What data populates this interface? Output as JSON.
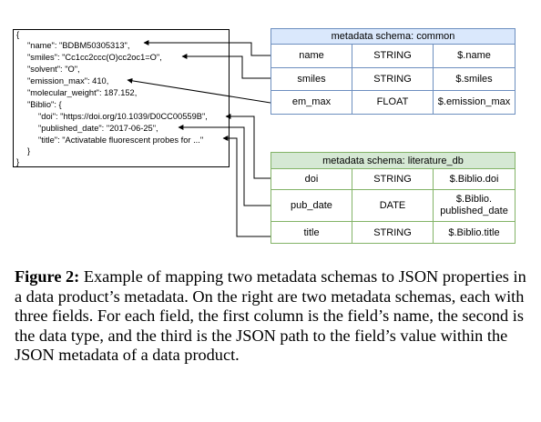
{
  "json_object": {
    "open_brace": "{",
    "name_line": "\"name\": \"BDBM50305313\",",
    "smiles_line": "\"smiles\": \"Cc1cc2ccc(O)cc2oc1=O\",",
    "solvent_line": "\"solvent\": \"O\",",
    "emission_line": "\"emission_max\": 410,",
    "mw_line": "\"molecular_weight\": 187.152,",
    "biblio_line": "\"Biblio\": {",
    "doi_line": "\"doi\": \"https://doi.org/10.1039/D0CC00559B\",",
    "date_line": "\"published_date\": \"2017-06-25\",",
    "title_line": "\"title\": \"Activatable fluorescent probes for ...\"",
    "inner_close": "}",
    "close_brace": "}"
  },
  "schema_common": {
    "title": "metadata schema: common",
    "rows": [
      {
        "field": "name",
        "type": "STRING",
        "path": "$.name"
      },
      {
        "field": "smiles",
        "type": "STRING",
        "path": "$.smiles"
      },
      {
        "field": "em_max",
        "type": "FLOAT",
        "path": "$.emission_max"
      }
    ]
  },
  "schema_literature": {
    "title": "metadata schema: literature_db",
    "rows": [
      {
        "field": "doi",
        "type": "STRING",
        "path": "$.Biblio.doi"
      },
      {
        "field": "pub_date",
        "type": "DATE",
        "path_line1": "$.Biblio.",
        "path_line2": "published_date"
      },
      {
        "field": "title",
        "type": "STRING",
        "path": "$.Biblio.title"
      }
    ]
  },
  "caption": {
    "label": "Figure 2:",
    "text": "Example of mapping two metadata schemas to JSON properties in a data product’s metadata. On the right are two metadata schemas, each with three fields. For each field, the first column is the field’s name, the second is the data type, and the third is the JSON path to the field’s value within the JSON metadata of a data product."
  },
  "colors": {
    "common_header_fill": "#dae8fc",
    "literature_header_fill": "#d5e8d4",
    "connector_line": "#000000"
  }
}
